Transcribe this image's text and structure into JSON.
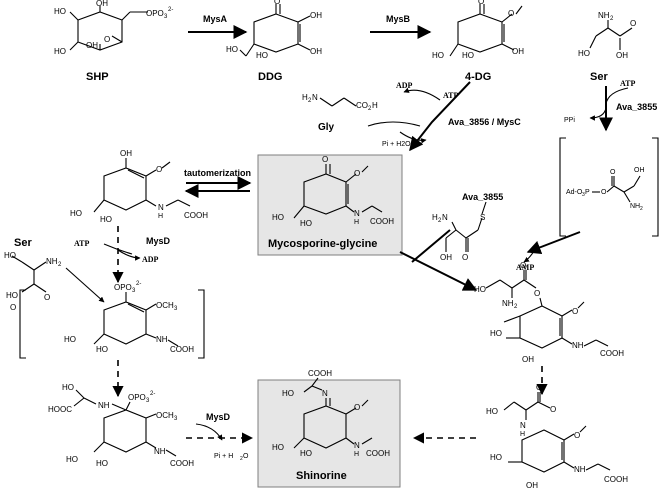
{
  "compounds": {
    "shp": "SHP",
    "ddg": "DDG",
    "four_dg": "4-DG",
    "ser_top": "Ser",
    "gly": "Gly",
    "ser_left": "Ser",
    "mycosporine_glycine": "Mycosporine-glycine",
    "shinorine": "Shinorine"
  },
  "enzymes": {
    "mysA": "MysA",
    "mysB": "MysB",
    "ava3855_top": "Ava_3855",
    "ava3856_mysC": "Ava_3856 / MysC",
    "ava3855_mid": "Ava_3855",
    "mysD_upper": "MysD",
    "mysD_lower": "MysD"
  },
  "cofactors": {
    "adp_top": "ADP",
    "atp_top": "ATP",
    "atp_right": "ATP",
    "ppi": "PPi",
    "pi_h2o": "Pi + H2O",
    "amp": "AMP",
    "atp_left": "ATP",
    "adp_left": "ADP",
    "pi_h2o_bottom_pi": "Pi + H",
    "pi_h2o_bottom_sub": "2",
    "pi_h2o_bottom_o": "O"
  },
  "labels": {
    "tautomerization": "tautomerization"
  },
  "atoms": {
    "OH": "OH",
    "HO": "HO",
    "O": "O",
    "OPO3": "OPO",
    "OPO3_sup": "2-",
    "OPO3_sub": "3",
    "NH2": "NH",
    "NH2_sub": "2",
    "H2N": "H",
    "H2N_sub": "2",
    "H2N_n": "N",
    "CO2H": "CO",
    "CO2H_sub": "2",
    "CO2H_h": "H",
    "N": "N",
    "NH": "NH",
    "COOH": "COOH",
    "OCH3": "OCH",
    "OCH3_sub": "3",
    "S": "S",
    "HOOC": "HOOC",
    "AdO3P": "Ad-O",
    "AdO3P_sub": "3",
    "AdO3P_p": "P",
    "OPO3_full": "OPO"
  },
  "colors": {
    "highlight_box": "#e6e6e6",
    "highlight_border": "#7f7f7f"
  }
}
